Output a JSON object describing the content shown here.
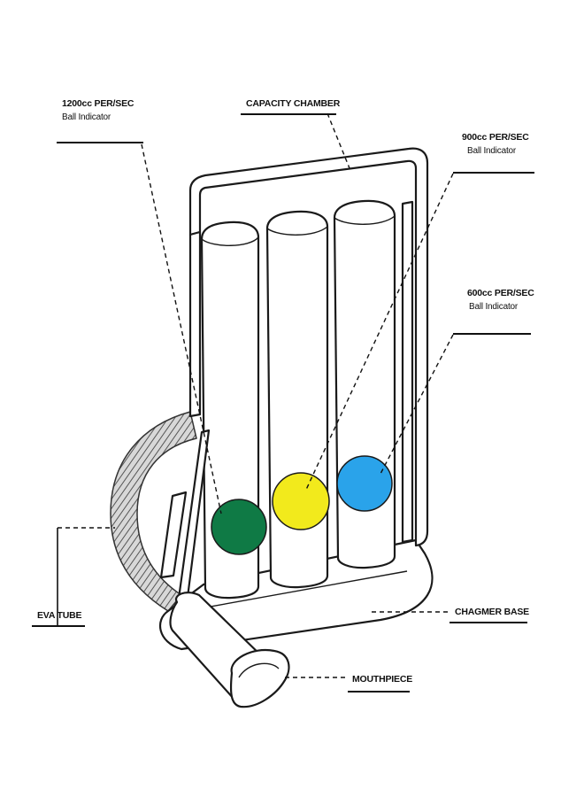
{
  "labels": {
    "ball_1200": {
      "line1": "1200cc PER/SEC",
      "line2": "Ball Indicator"
    },
    "capacity": "CAPACITY CHAMBER",
    "ball_900": {
      "line1": "900cc PER/SEC",
      "line2": "Ball Indicator"
    },
    "ball_600": {
      "line1": "600cc PER/SEC",
      "line2": "Ball Indicator"
    },
    "eva_tube": "EVA TUBE",
    "base": "CHAGMER BASE",
    "mouthpiece": "MOUTHPIECE"
  },
  "colors": {
    "ball_green": "#0f7a45",
    "ball_yellow": "#f2ea1c",
    "ball_blue": "#2aa3ea",
    "outline": "#1a1a1a"
  }
}
